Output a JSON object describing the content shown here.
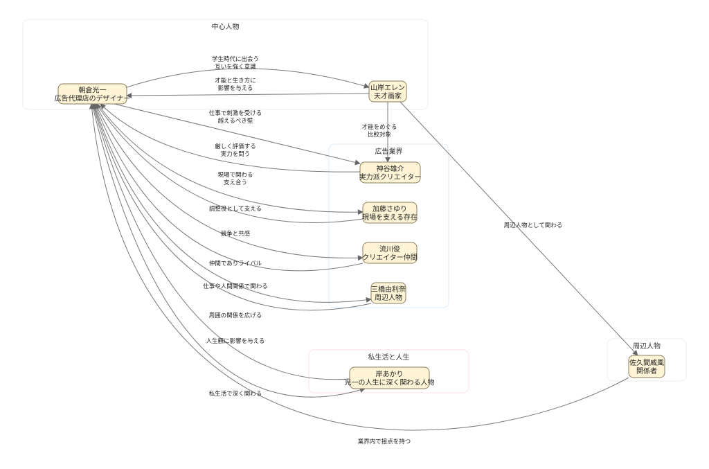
{
  "clusters": [
    {
      "id": "center",
      "title": "中心人物",
      "color": "#eeeeee"
    },
    {
      "id": "ad",
      "title": "広告業界",
      "color": "#dbeefa"
    },
    {
      "id": "private",
      "title": "私生活と人生",
      "color": "#fbe1e8"
    },
    {
      "id": "periphery",
      "title": "周辺人物",
      "color": "#eeeeee"
    }
  ],
  "nodes": [
    {
      "id": "asakura",
      "lines": [
        "朝倉光一",
        "広告代理店のデザイナー"
      ]
    },
    {
      "id": "yamagishi",
      "lines": [
        "山岸エレン",
        "天才画家"
      ]
    },
    {
      "id": "kamiya",
      "lines": [
        "神谷雄介",
        "実力派クリエイター"
      ]
    },
    {
      "id": "kato",
      "lines": [
        "加藤さゆり",
        "現場を支える存在"
      ]
    },
    {
      "id": "nagare",
      "lines": [
        "流川俊",
        "クリエイター仲間"
      ]
    },
    {
      "id": "mitsuhashi",
      "lines": [
        "三橋由利奈",
        "周辺人物"
      ]
    },
    {
      "id": "kishi",
      "lines": [
        "岸あかり",
        "光一の人生に深く関わる人物"
      ]
    },
    {
      "id": "sakuma",
      "lines": [
        "佐久間威風",
        "関係者"
      ]
    }
  ],
  "edges": [
    {
      "from": "asakura",
      "to": "yamagishi",
      "label": [
        "学生時代に出会う",
        "互いを強く意識"
      ]
    },
    {
      "from": "yamagishi",
      "to": "asakura",
      "label": [
        "才能と生き方に",
        "影響を与える"
      ]
    },
    {
      "from": "asakura",
      "to": "kamiya",
      "label": [
        "仕事で刺激を受ける",
        "越えるべき壁"
      ]
    },
    {
      "from": "kamiya",
      "to": "asakura",
      "label": [
        "厳しく評価する",
        "実力を問う"
      ]
    },
    {
      "from": "asakura",
      "to": "kato",
      "label": [
        "現場で関わる",
        "支え合う"
      ]
    },
    {
      "from": "kato",
      "to": "asakura",
      "label": [
        "調整役として支える"
      ]
    },
    {
      "from": "asakura",
      "to": "nagare",
      "label": [
        "競争と共感"
      ]
    },
    {
      "from": "nagare",
      "to": "asakura",
      "label": [
        "仲間でありライバル"
      ]
    },
    {
      "from": "asakura",
      "to": "mitsuhashi",
      "label": [
        "仕事や人間関係で関わる"
      ]
    },
    {
      "from": "mitsuhashi",
      "to": "asakura",
      "label": [
        "周囲の関係を広げる"
      ]
    },
    {
      "from": "kishi",
      "to": "asakura",
      "label": [
        "人生観に影響を与える"
      ]
    },
    {
      "from": "asakura",
      "to": "kishi",
      "label": [
        "私生活で深く関わる"
      ]
    },
    {
      "from": "sakuma",
      "to": "asakura",
      "label": [
        "業界内で接点を持つ"
      ]
    },
    {
      "from": "yamagishi",
      "to": "kamiya",
      "label": [
        "才能をめぐる",
        "比較対象"
      ]
    },
    {
      "from": "yamagishi",
      "to": "sakuma",
      "label": [
        "周辺人物として関わる"
      ]
    }
  ]
}
